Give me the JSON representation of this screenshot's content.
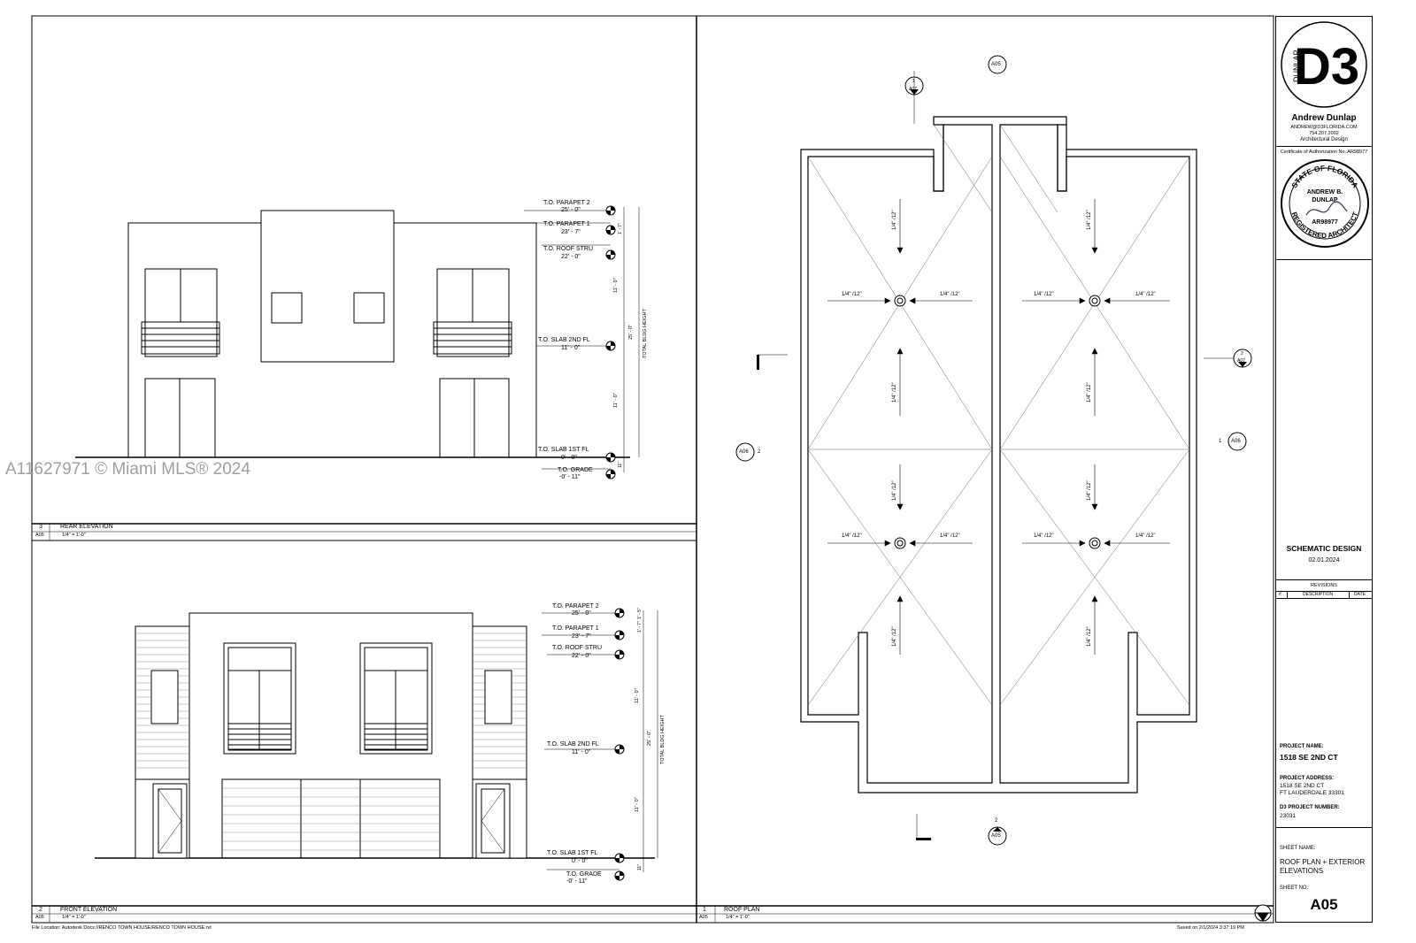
{
  "watermark": "A11627971 © Miami MLS® 2024",
  "elev_labels": {
    "parapet2": "T.O. PARAPET 2",
    "parapet2_val": "25' - 0\"",
    "parapet1": "T.O. PARAPET 1",
    "parapet1_val": "23' - 7\"",
    "roof_stru": "T.O. ROOF STRU",
    "roof_stru_val": "22' - 0\"",
    "slab2": "T.O. SLAB 2ND FL",
    "slab2_val": "11' - 0\"",
    "slab1": "T.O. SLAB 1ST FL",
    "slab1_val": "0' - 0\"",
    "grade": "T.O. GRADE",
    "grade_val": "-0' - 11\"",
    "dim_11": "11' - 0\"",
    "dim_25": "25' - 0\"",
    "dim_1_7": "1' - 7\"",
    "dim_11in": "11\"",
    "dim_1_5": "1' - 5\"",
    "total": "TOTAL BLDG HEIGHT"
  },
  "views": {
    "rear": {
      "num": "3",
      "sheet": "A05",
      "title": "REAR ELEVATION",
      "scale": "1/4\" = 1'-0\""
    },
    "front": {
      "num": "2",
      "sheet": "A05",
      "title": "FRONT ELEVATION",
      "scale": "1/4\" = 1'-0\""
    },
    "roof": {
      "num": "1",
      "sheet": "A05",
      "title": "ROOF PLAN",
      "scale": "1/4\" = 1'-0\""
    }
  },
  "roof_plan": {
    "slope": "1/4\" /12\"",
    "tags": {
      "a05": "A05",
      "a06": "A06",
      "a07": "A07",
      "n1": "1",
      "n2": "2"
    }
  },
  "title_block": {
    "logo_text": "D3",
    "logo_vertical": "DUNLAP",
    "name": "Andrew Dunlap",
    "email": "ANDREW@D3FLORIDA.COM",
    "phone": "754.207.2002",
    "discipline": "Architectural Design",
    "certificate": "Certificate of Authorization No. AR98977",
    "seal_top": "STATE OF FLORIDA",
    "seal_name1": "ANDREW B.",
    "seal_name2": "DUNLAP",
    "seal_no": "AR98977",
    "seal_bottom": "REGISTERED ARCHITECT",
    "phase": "SCHEMATIC DESIGN",
    "phase_date": "02.01.2024",
    "revisions": "REVISIONS",
    "rev_cols": [
      "#",
      "DESCRIPTION",
      "DATE"
    ],
    "project_name_label": "PROJECT NAME:",
    "project_name": "1518 SE 2ND CT",
    "project_address_label": "PROJECT ADDRESS:",
    "address1": "1518 SE 2ND CT",
    "address2": "FT LAUDERDALE 33301",
    "project_number_label": "D3 PROJECT NUMBER:",
    "project_number": "23031",
    "sheet_name_label": "SHEET NAME:",
    "sheet_name1": "ROOF PLAN + EXTERIOR",
    "sheet_name2": "ELEVATIONS",
    "sheet_no_label": "SHEET NO.",
    "sheet_no": "A05"
  },
  "footer": {
    "file_location": "File Location: Autodesk Docs://RENCO TOWN HOUSE/RENCO TOWN HOUSE.rvt",
    "saved": "Saved on 2/1/2024 3:37:19 PM"
  }
}
